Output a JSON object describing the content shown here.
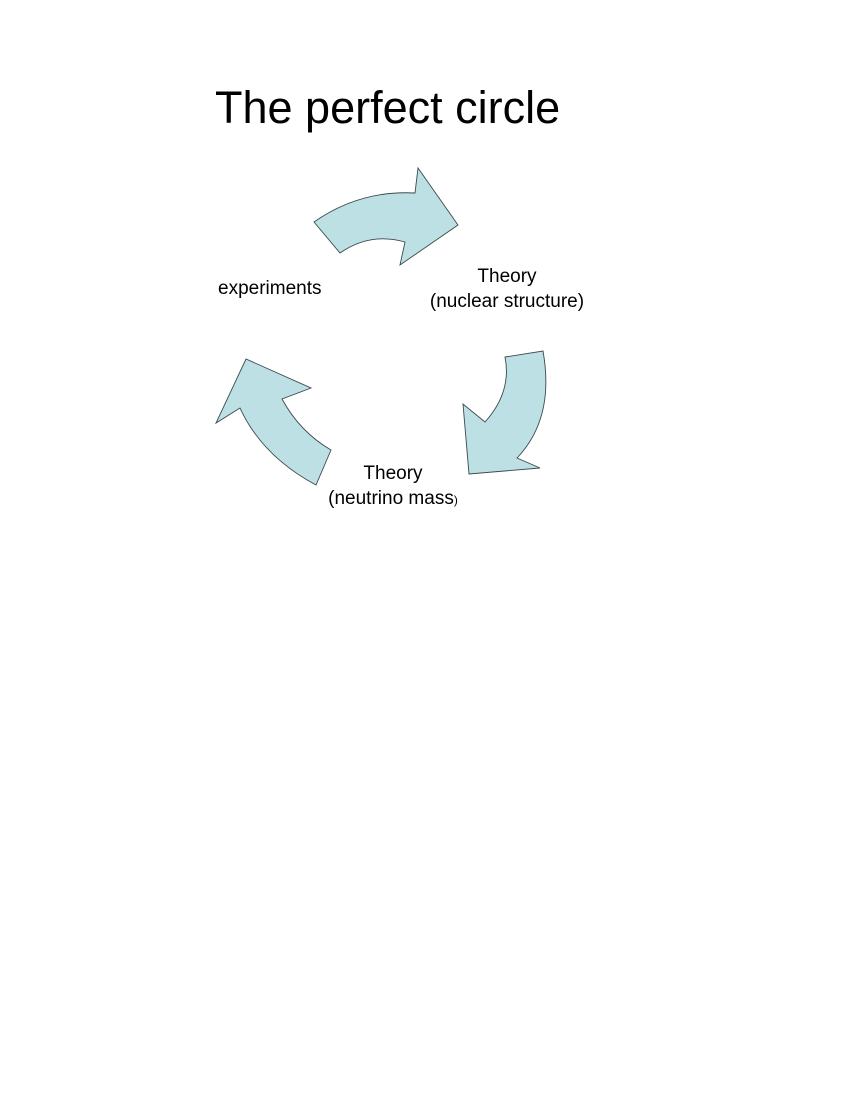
{
  "title": "The perfect circle",
  "nodes": {
    "experiments": {
      "label": "experiments"
    },
    "nuclear": {
      "line1": "Theory",
      "line2": "(nuclear structure)"
    },
    "neutrino": {
      "line1": "Theory",
      "line2": "(neutrino mass",
      "line2_suffix": ")"
    }
  },
  "colors": {
    "arrow_fill": "#bde0e4",
    "arrow_stroke": "#3a4a4c"
  }
}
